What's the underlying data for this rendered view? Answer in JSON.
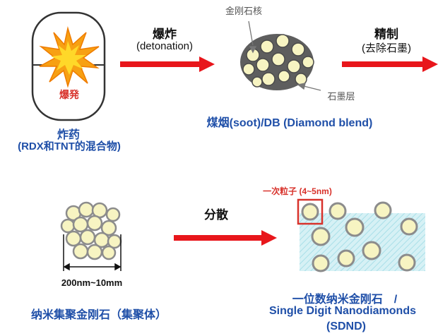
{
  "explosive": {
    "blast_label": "爆発",
    "name": "炸药",
    "detail": "(RDX和TNT的混合物)"
  },
  "step1": {
    "label": "爆炸",
    "sublabel": "(detonation)"
  },
  "soot": {
    "core_label": "金刚石核",
    "graphite_label": "石墨层",
    "caption": "煤烟(soot)/DB (Diamond blend)"
  },
  "step2": {
    "label": "精制",
    "sublabel": "(去除石墨)"
  },
  "aggregate": {
    "size_label": "200nm~10mm",
    "caption": "纳米集聚金刚石（集聚体）"
  },
  "step3": {
    "label": "分散"
  },
  "sdnd": {
    "primary_particle_label": "一次粒子 (4~5nm)",
    "caption_cn": "一位数纳米金刚石　/",
    "caption_en": "Single Digit Nanodiamonds",
    "caption_abbr": "(SDND)"
  },
  "colors": {
    "arrow": "#e8161b",
    "caption_blue": "#1f4fa8",
    "particle_fill": "#f7f4c2",
    "particle_ring": "#8c8c8c",
    "highlight_box": "#d8322b",
    "dispersion_bg": "#c8ecf2"
  }
}
